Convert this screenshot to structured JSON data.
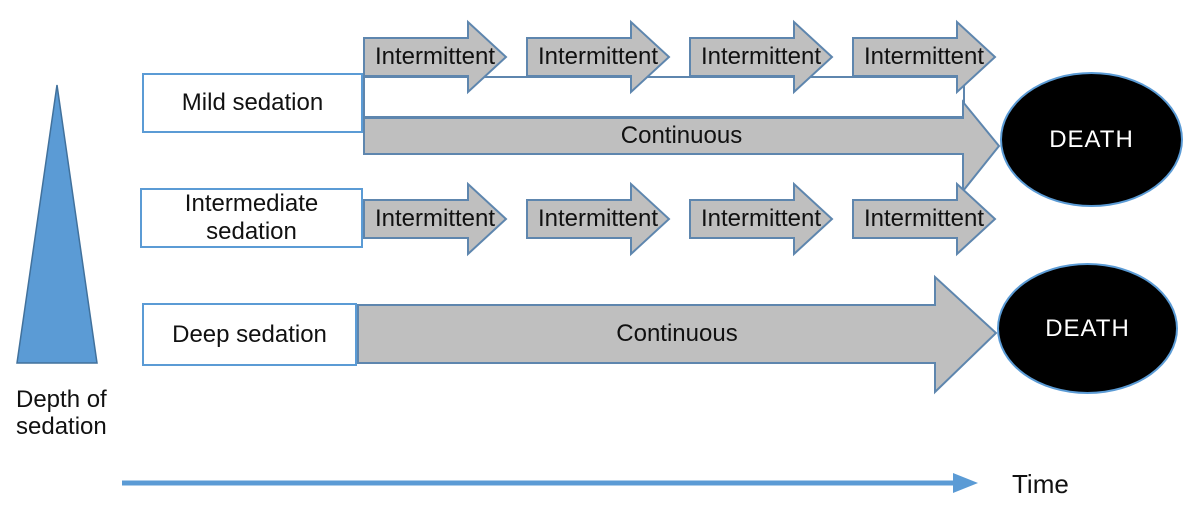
{
  "colors": {
    "accent_blue": "#5B9BD5",
    "shape_border_blue": "#41719C",
    "box_border_blue": "#5B9BD5",
    "arrow_gray": "#BFBFBF",
    "arrow_stroke": "#5E86AE",
    "death_fill": "#000000",
    "death_text": "#FFFFFF"
  },
  "axis": {
    "depth_label_line1": "Depth of",
    "depth_label_line2": "sedation",
    "time_label": "Time"
  },
  "rows": {
    "mild": {
      "label": "Mild sedation",
      "intermittent": [
        "Intermittent",
        "Intermittent",
        "Intermittent",
        "Intermittent"
      ],
      "continuous": "Continuous",
      "outcome": "DEATH"
    },
    "intermediate": {
      "label_line1": "Intermediate",
      "label_line2": "sedation",
      "intermittent": [
        "Intermittent",
        "Intermittent",
        "Intermittent",
        "Intermittent"
      ]
    },
    "deep": {
      "label": "Deep sedation",
      "continuous": "Continuous",
      "outcome": "DEATH"
    }
  }
}
